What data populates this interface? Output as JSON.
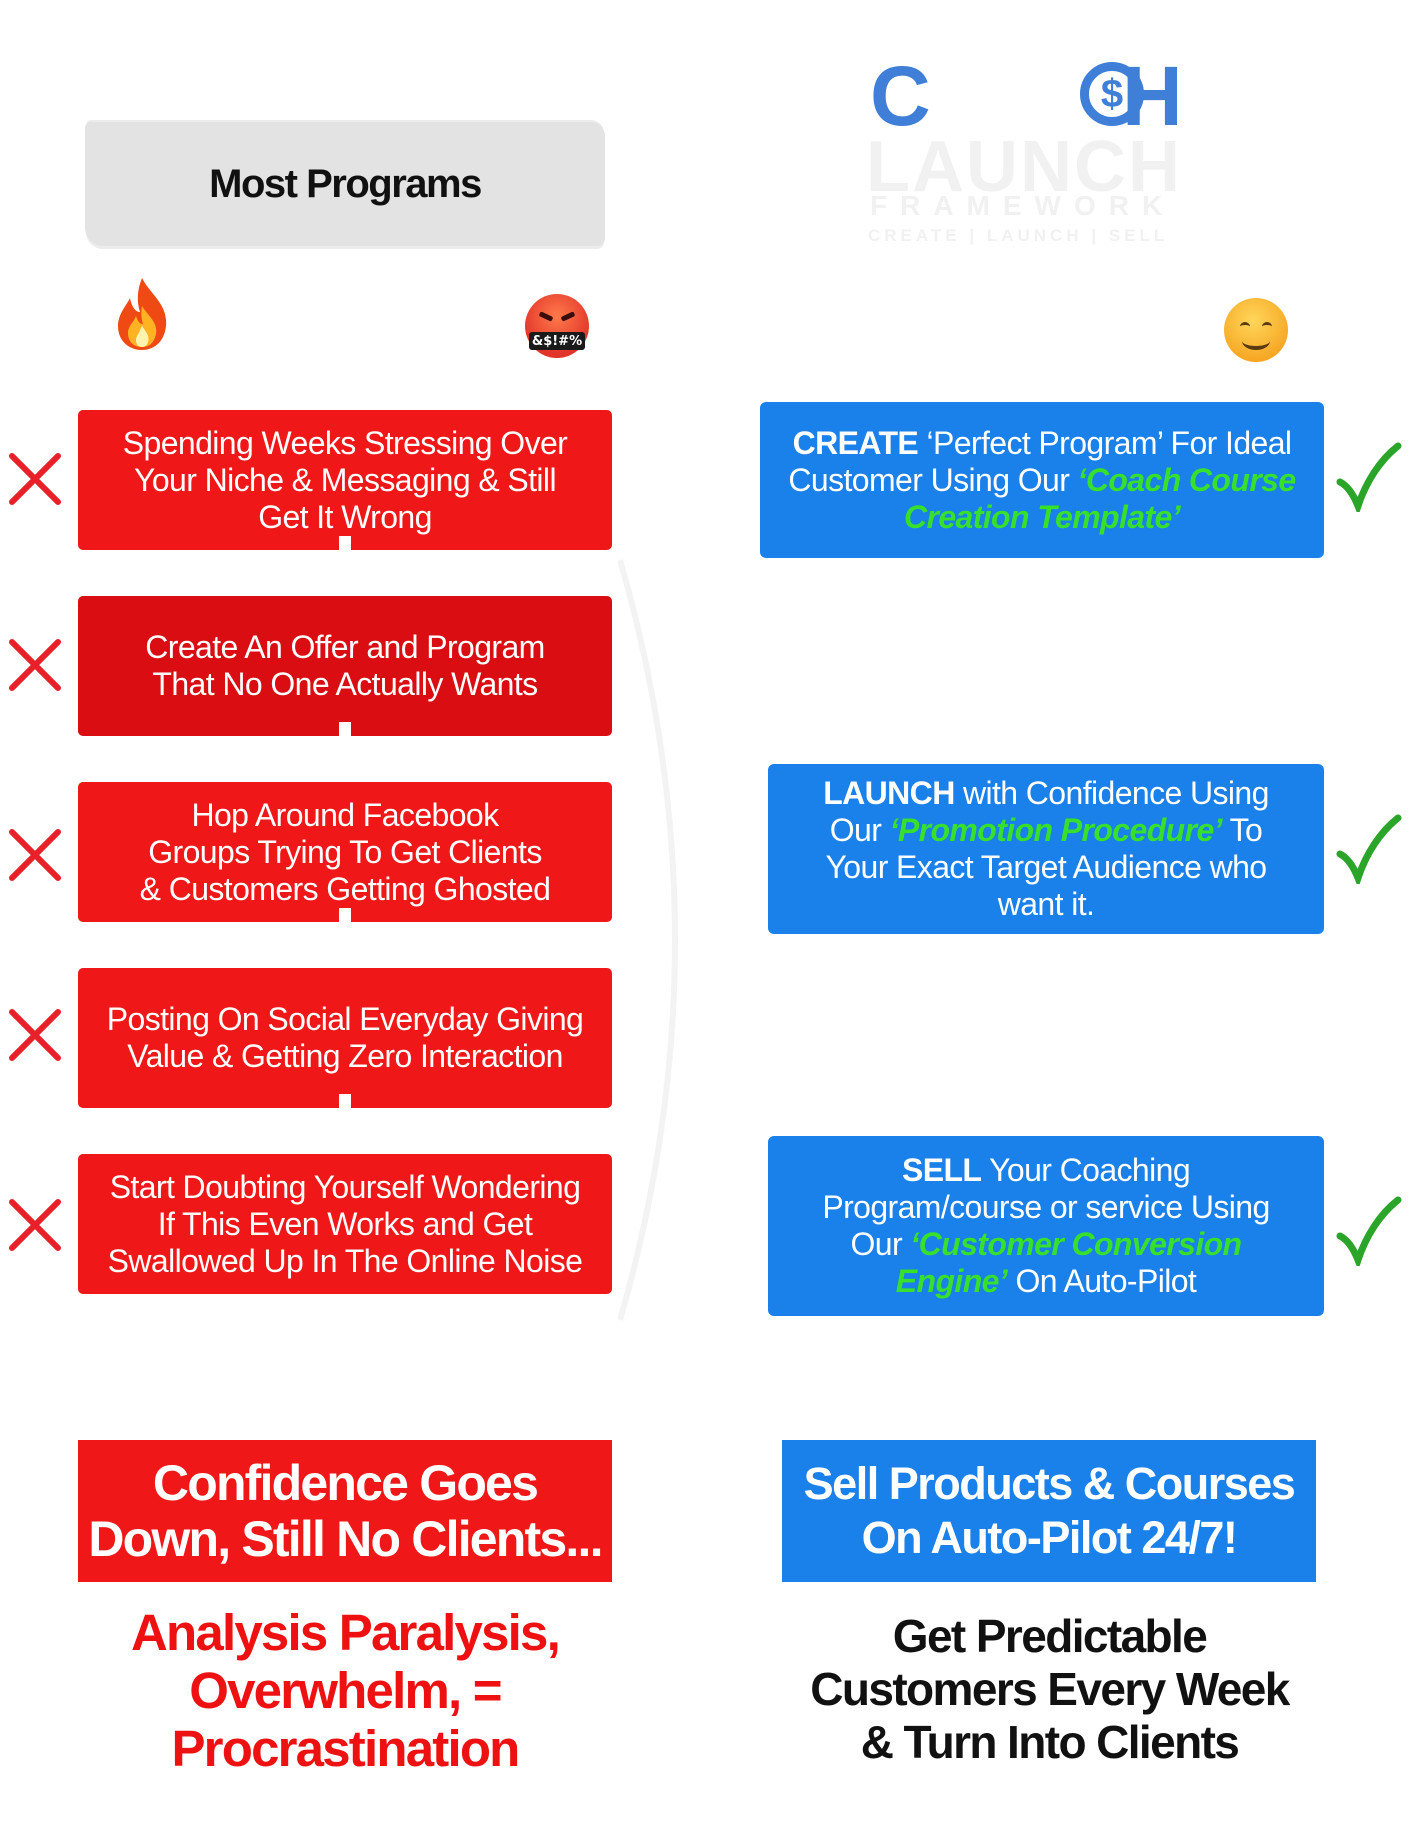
{
  "left_header": {
    "title": "Most Programs"
  },
  "logo": {
    "word_top": [
      "C",
      "$",
      "H"
    ],
    "word_launch": "LAUNCH",
    "word_framework": "FRAMEWORK",
    "tagline": "CREATE | LAUNCH | SELL"
  },
  "emoji": {
    "left_start": "fire-icon",
    "left_end": "angry-swearing-face-icon",
    "left_end_text": "&$!#%",
    "right_end": "smiling-face-icon"
  },
  "left_steps": [
    {
      "lines": [
        "Spending Weeks Stressing Over",
        "Your Niche & Messaging & Still",
        "Get It Wrong"
      ]
    },
    {
      "lines": [
        "Create An Offer and Program",
        "That No One Actually Wants"
      ]
    },
    {
      "lines": [
        "Hop Around Facebook",
        "Groups Trying To Get Clients",
        "& Customers Getting Ghosted"
      ]
    },
    {
      "lines": [
        "Posting On Social Everyday Giving",
        "Value & Getting Zero Interaction"
      ]
    },
    {
      "lines": [
        "Start Doubting Yourself Wondering",
        "If This Even Works and Get",
        "Swallowed Up In The Online Noise"
      ]
    }
  ],
  "right_steps": [
    {
      "bold": "CREATE",
      "text1": " ‘Perfect Program’ For Ideal Customer Using Our ",
      "green": "‘Coach Course Creation Template’",
      "text2": ""
    },
    {
      "bold": "LAUNCH",
      "text1": " with Confidence Using Our ",
      "green": "‘Promotion Procedure’",
      "text2": " To Your Exact Target Audience who want it."
    },
    {
      "bold": "SELL",
      "text1": " Your Coaching Program/course or service Using Our ",
      "green": "‘Customer Conversion Engine’",
      "text2": " On Auto-Pilot"
    }
  ],
  "results": {
    "left_box": [
      "Confidence Goes",
      "Down, Still No Clients..."
    ],
    "right_box": [
      "Sell Products & Courses",
      "On Auto-Pilot 24/7!"
    ],
    "left_outcome": [
      "Analysis Paralysis,",
      "Overwhelm, =",
      "Procrastination"
    ],
    "right_outcome": [
      "Get Predictable",
      "Customers Every Week",
      "& Turn Into Clients"
    ]
  },
  "colors": {
    "red": "#ef1717",
    "dark_red": "#d90d12",
    "blue": "#1a80ea",
    "green_highlight": "#37e02b",
    "check_green": "#2aa52a",
    "x_red": "#e8202a"
  }
}
